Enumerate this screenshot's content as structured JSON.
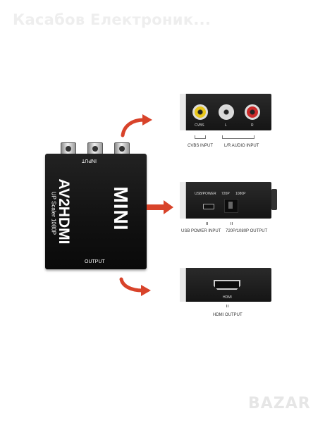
{
  "watermark": "Касабов Електроник...",
  "logo": "BAZAR",
  "device": {
    "brand": "MINI",
    "model": "AV2HDMI",
    "subtitle": "UP Scaler 1080P",
    "input_label": "INPUT",
    "output_label": "OUTPUT"
  },
  "panel_inputs": {
    "port_labels": [
      "CVBS",
      "L",
      "R"
    ],
    "caption_video": "CVBS INPUT",
    "caption_audio": "L/R AUDIO INPUT",
    "jack_colors": [
      "#e8c61a",
      "#d8d8d8",
      "#cc2a2a"
    ]
  },
  "panel_side": {
    "usb_label": "USB/POWER",
    "switch_label_720": "720P",
    "switch_label_1080": "1080P",
    "caption_usb": "USB POWER INPUT",
    "caption_switch": "720P/1080P OUTPUT"
  },
  "panel_output": {
    "port_label": "HDMI",
    "caption": "HDMI OUTPUT"
  },
  "colors": {
    "arrow": "#d8432a",
    "device": "#141414"
  }
}
